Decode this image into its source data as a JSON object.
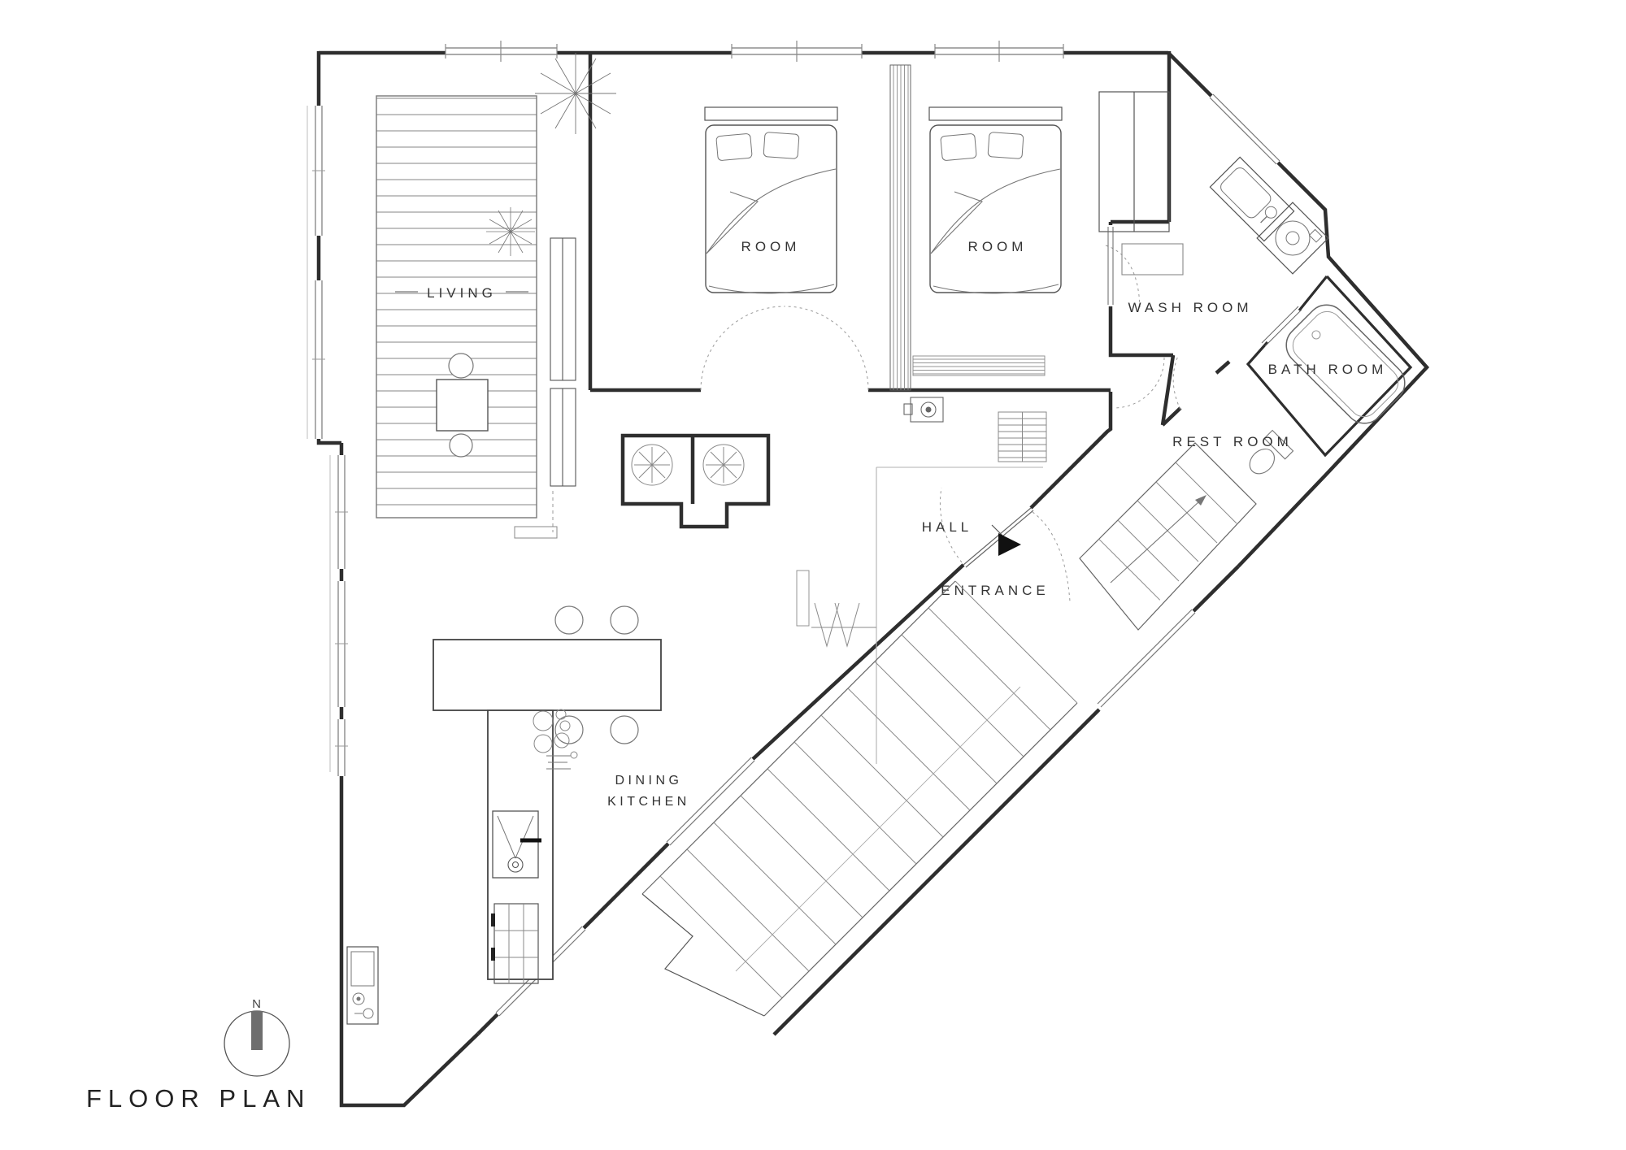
{
  "title": {
    "text": "FLOOR PLAN"
  },
  "compass": {
    "north_label": "N"
  },
  "rooms": {
    "living": {
      "label": "LIVING"
    },
    "bedroom1": {
      "label": "ROOM"
    },
    "bedroom2": {
      "label": "ROOM"
    },
    "wash_room": {
      "label": "WASH ROOM"
    },
    "bath_room": {
      "label": "BATH ROOM"
    },
    "rest_room": {
      "label": "REST ROOM"
    },
    "hall": {
      "label": "HALL"
    },
    "entrance": {
      "label": "ENTRANCE"
    },
    "dining_kitchen": {
      "label_line1": "DINING",
      "label_line2": "KITCHEN"
    }
  },
  "colors": {
    "wall": "#2e2e2e",
    "medium_line": "#666666",
    "light_line": "#9a9a9a",
    "text": "#333333",
    "background": "#ffffff",
    "compass_bar": "#6e6e6e",
    "entry_arrow": "#111111"
  }
}
